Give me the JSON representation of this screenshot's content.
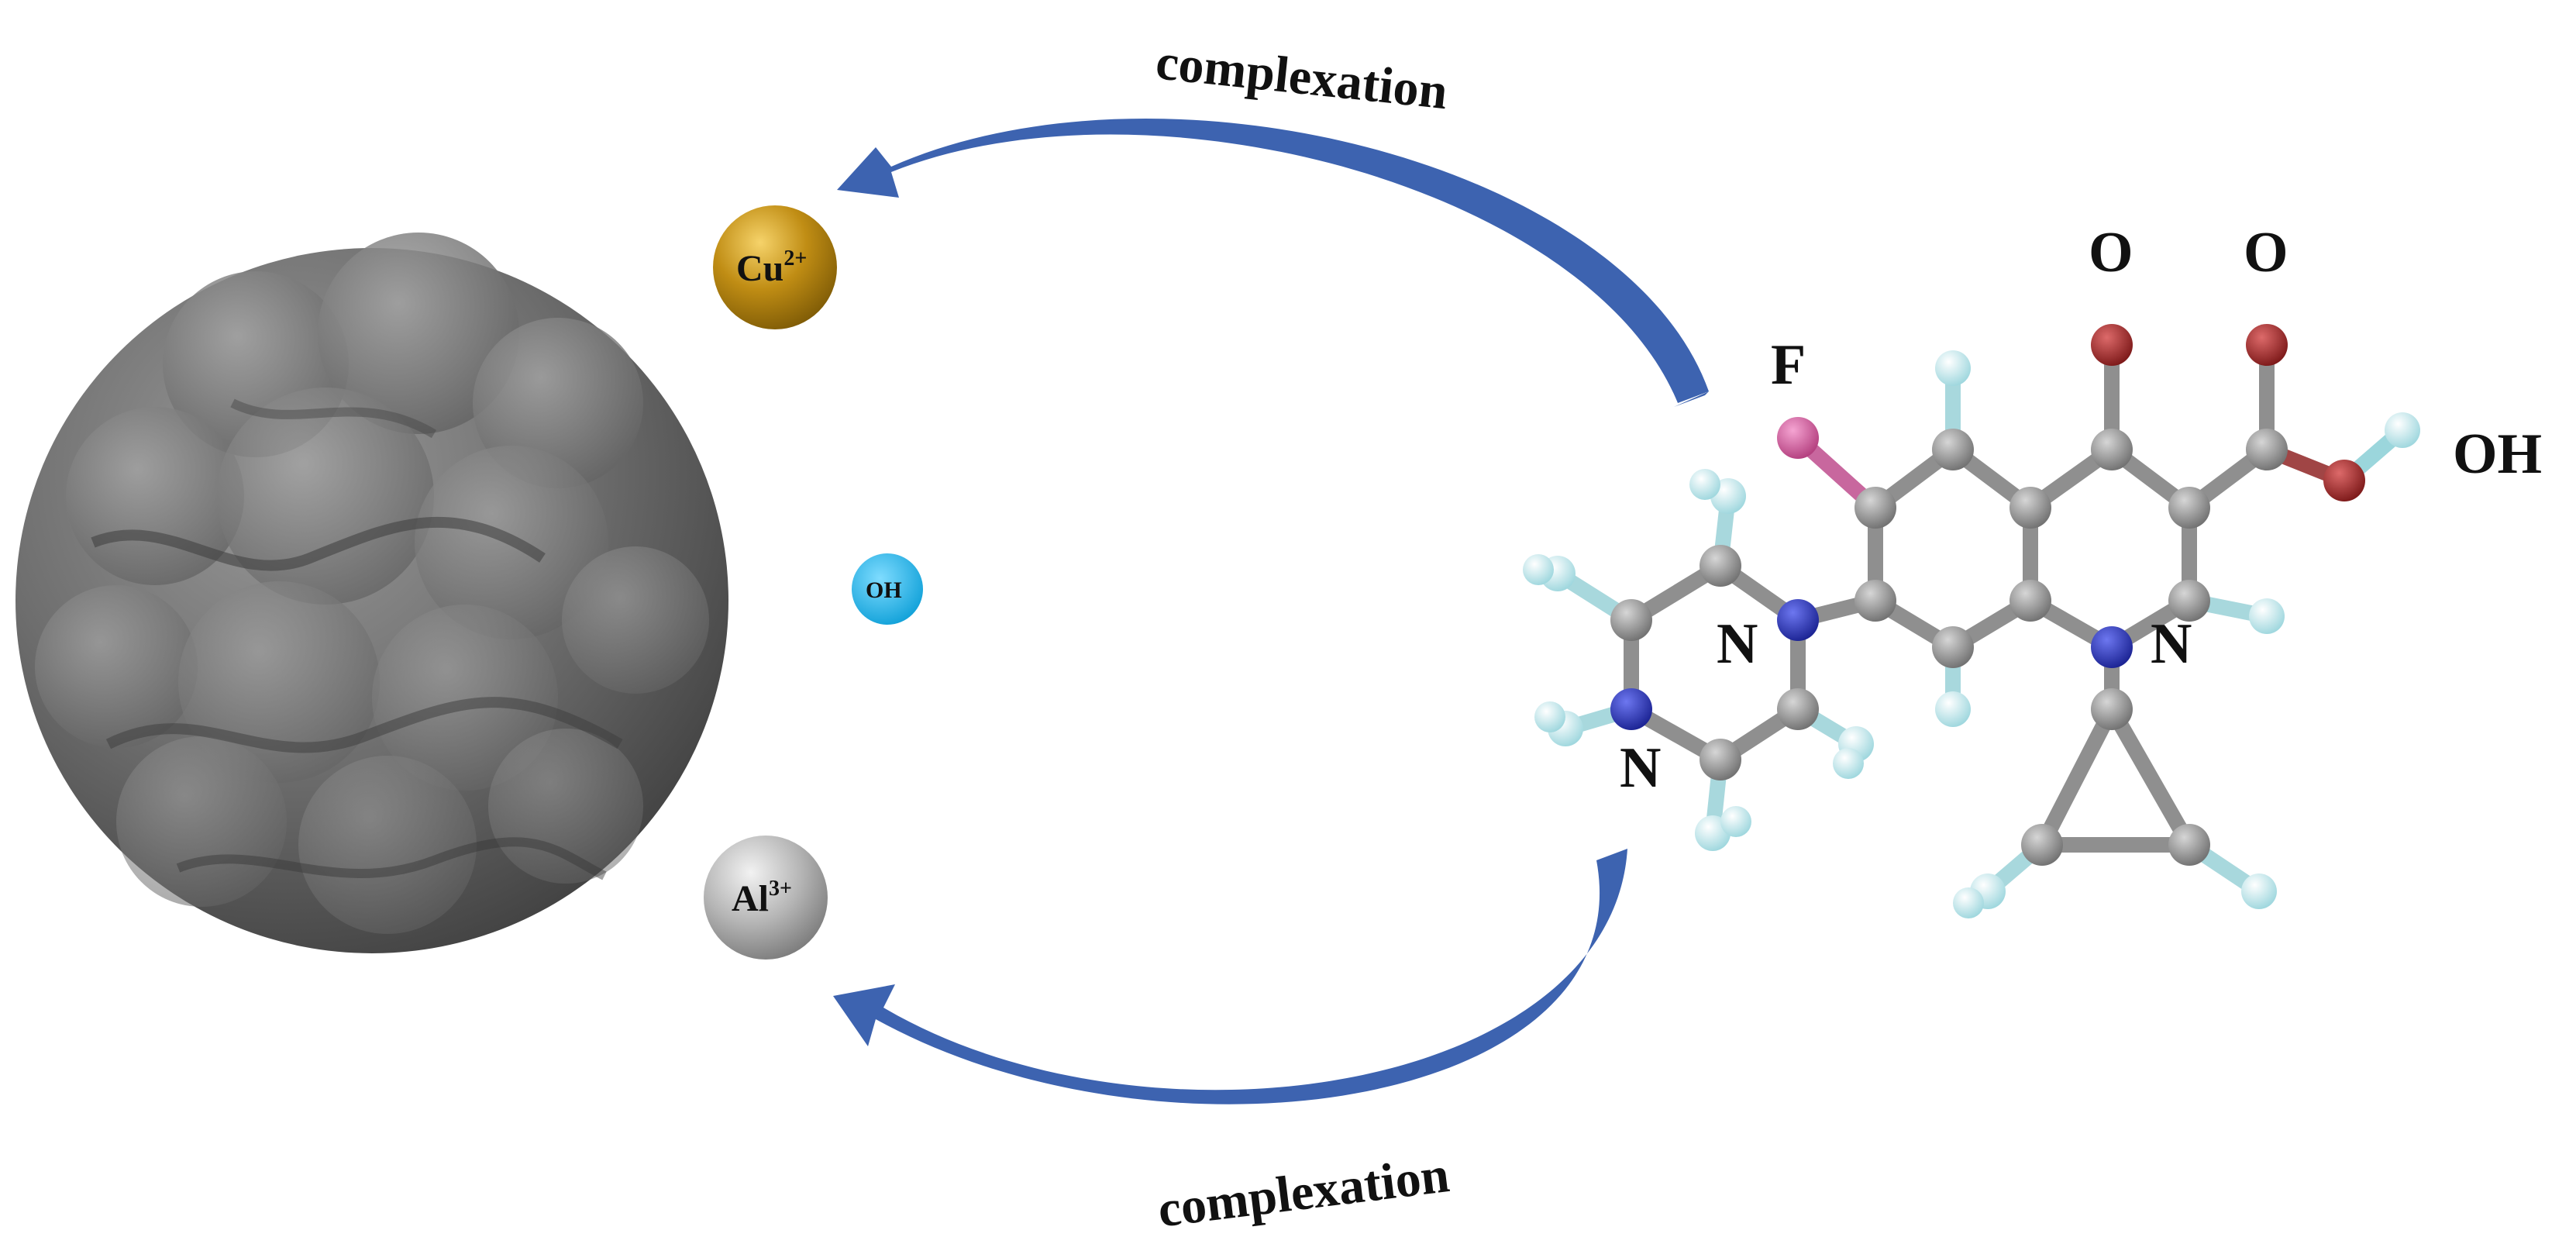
{
  "labels": {
    "complexation_top": "complexation",
    "complexation_bottom": "complexation",
    "cu_ion": "Cu",
    "cu_charge": "2+",
    "al_ion": "Al",
    "al_charge": "3+",
    "hydroxide": "OH",
    "fluorine": "F",
    "oxygen_keto": "O",
    "oxygen_acid": "O",
    "hydroxyl": "OH",
    "nitrogen_quinolone": "N",
    "nitrogen_piperazine_upper": "N",
    "nitrogen_piperazine_lower": "N"
  },
  "colors": {
    "particle": "#6f6f6f",
    "arrow": "#3d63b0",
    "cu": "#b8860b",
    "al": "#a9a9a9",
    "hydroxide": "#1fb2e6",
    "carbon": "#8f8f8f",
    "nitrogen": "#2b35b5",
    "oxygen": "#a52a2a",
    "fluorine": "#d45aa0",
    "hydrogen": "#c8eef2"
  }
}
